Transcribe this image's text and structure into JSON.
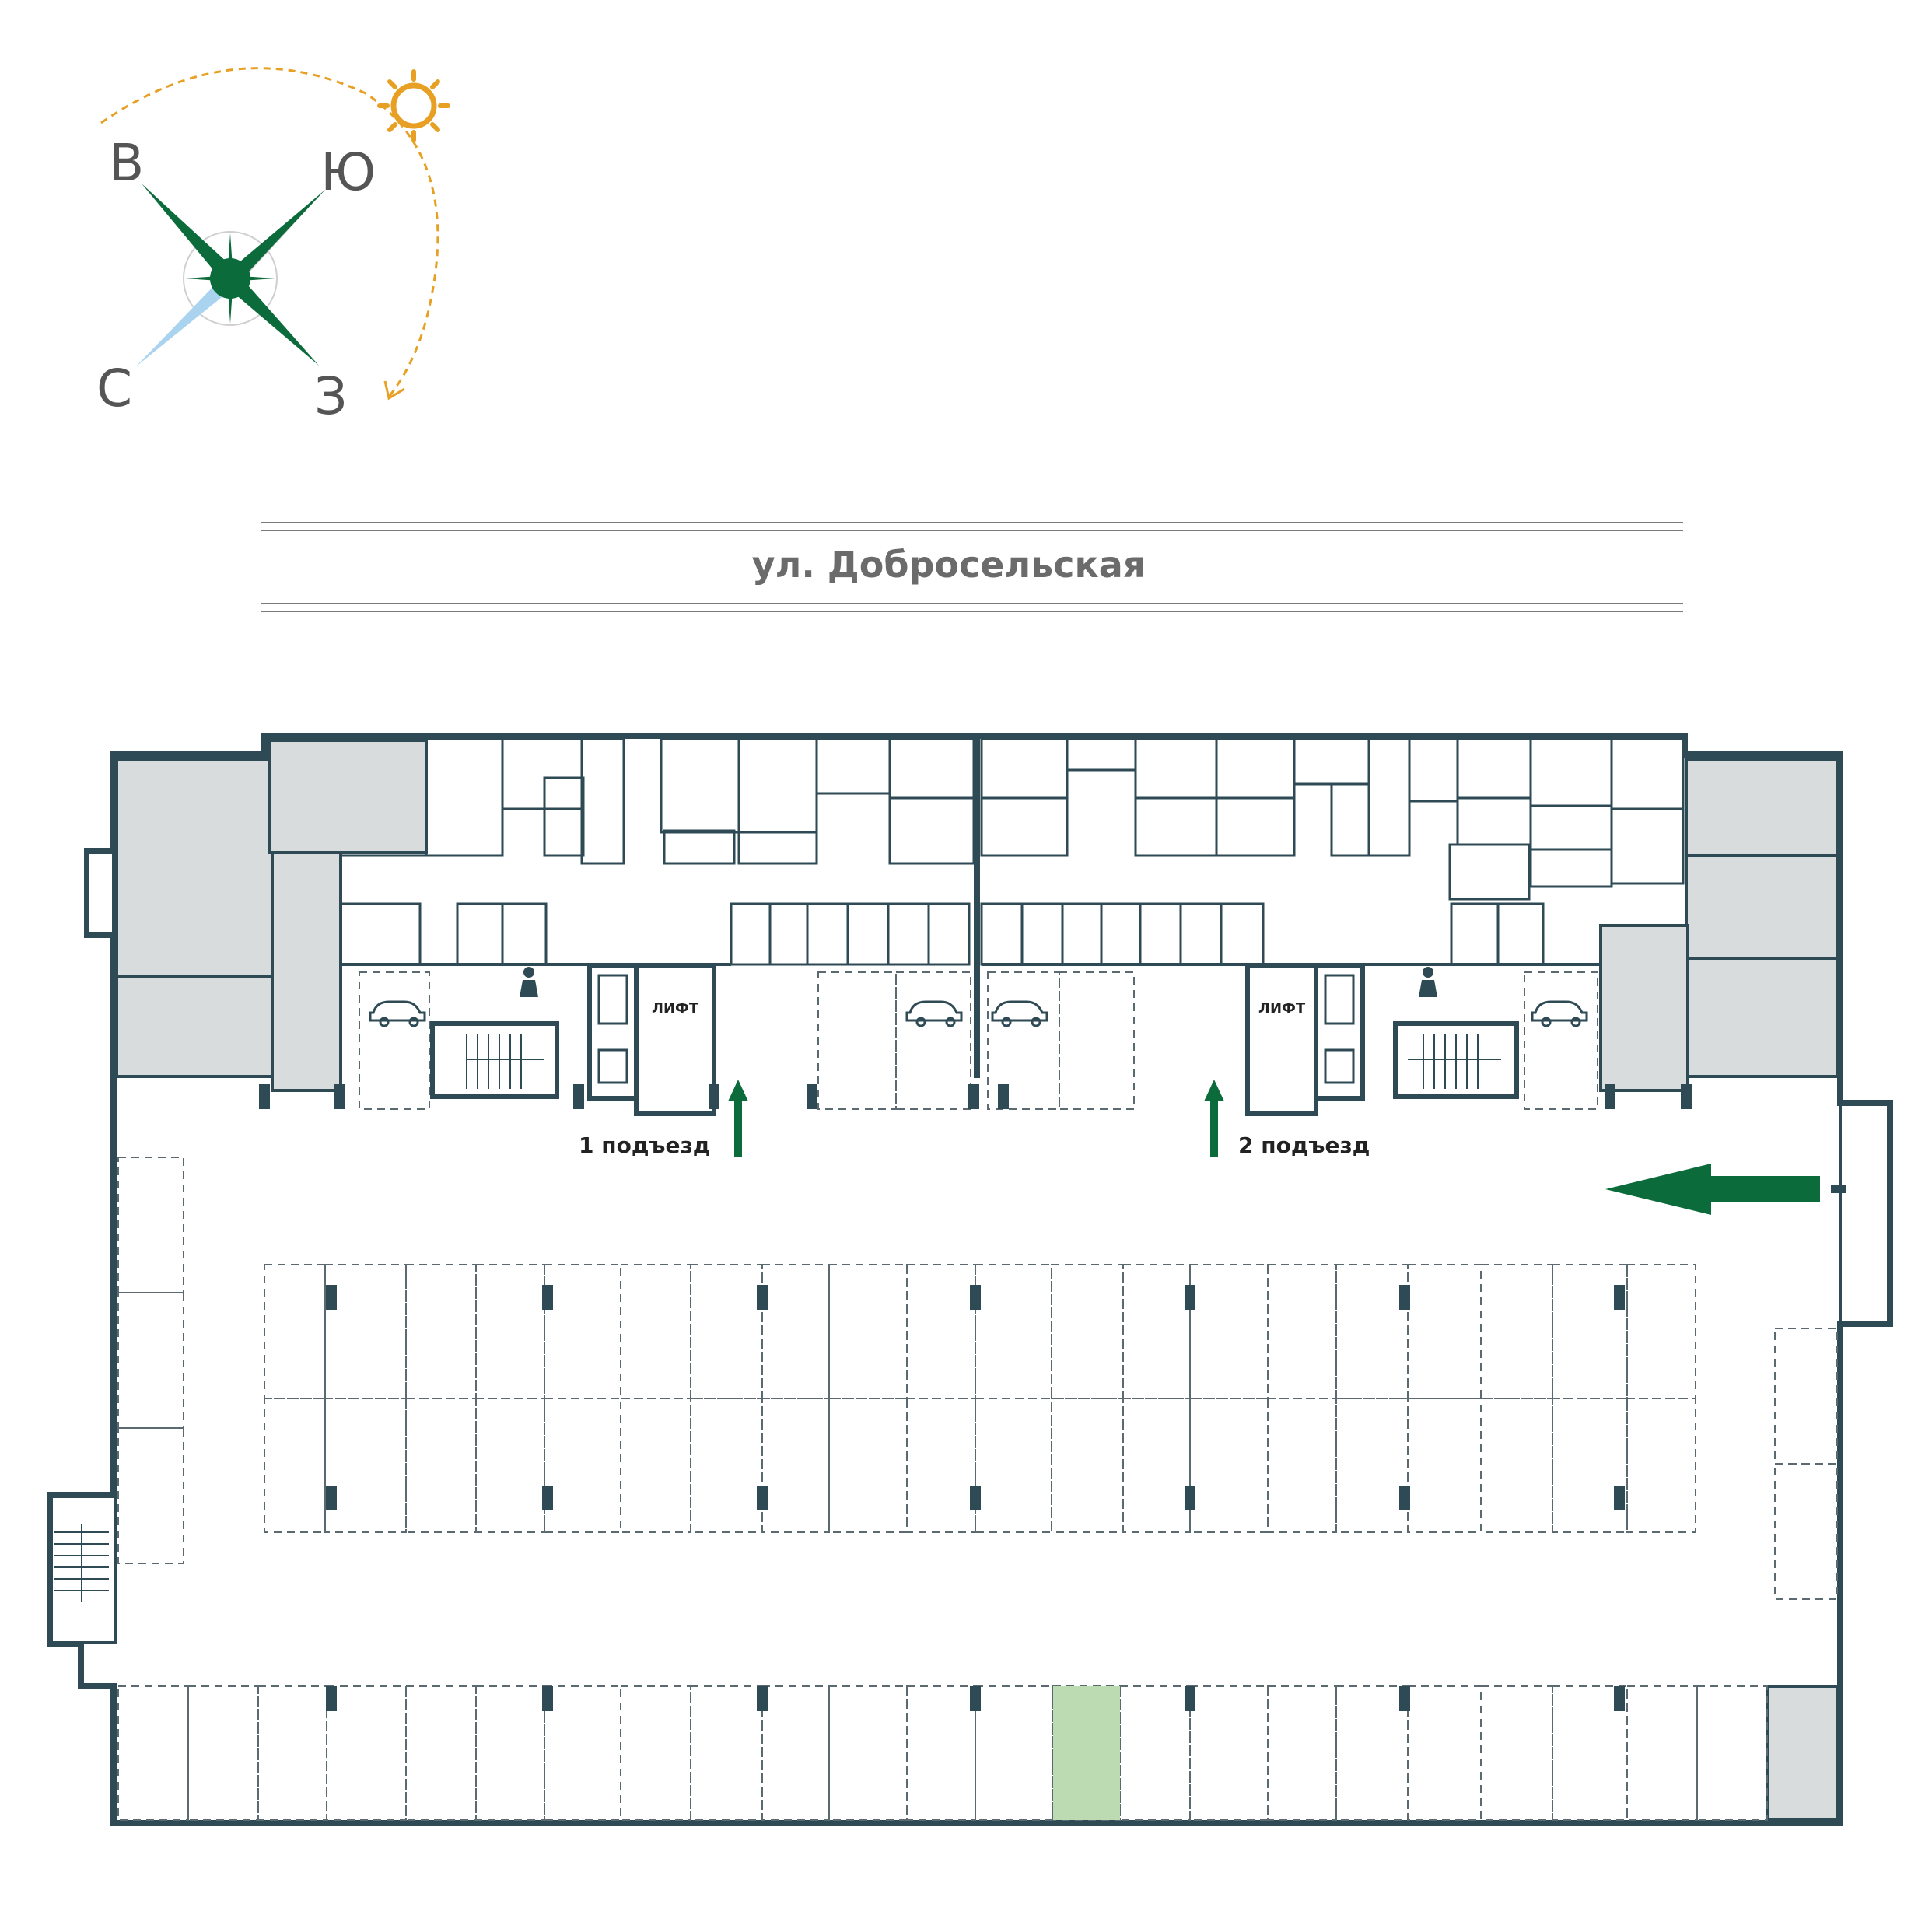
{
  "compass": {
    "labels": {
      "east": "В",
      "south": "Ю",
      "north": "С",
      "west": "З"
    },
    "colors": {
      "needle": "#0b6b3a",
      "needle_gray": "#c8c8c8",
      "needle_blue": "#a9d3ee",
      "sun": "#e8a024",
      "label": "#555555"
    }
  },
  "street": {
    "name": "ул. Добросельская"
  },
  "entrances": [
    {
      "label": "1 подъезд"
    },
    {
      "label": "2 подъезд"
    }
  ],
  "lift_label": "ЛИФТ",
  "colors": {
    "wall": "#2e4a55",
    "service_room": "#d9dcdc",
    "highlight_space": "#bddbb3",
    "arrow": "#0b6b3a"
  },
  "icons": [
    "ev-charging-icon",
    "cleaning-person-icon",
    "sun-icon",
    "compass-rose-icon",
    "entrance-arrow-icon",
    "car-entry-arrow-icon"
  ]
}
